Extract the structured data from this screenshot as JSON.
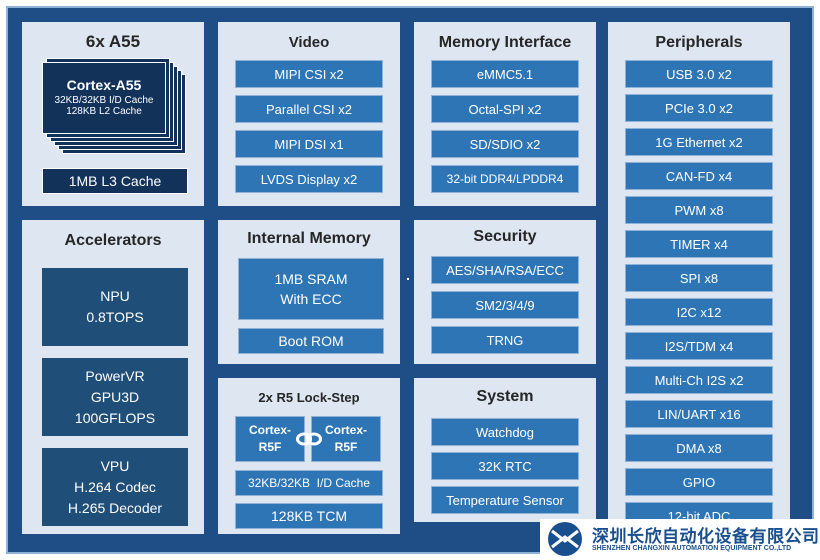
{
  "cpu": {
    "title": "6x A55",
    "core_name": "Cortex-A55",
    "core_cache1": "32KB/32KB I/D Cache",
    "core_cache2": "128KB L2 Cache",
    "l3": "1MB L3 Cache"
  },
  "video": {
    "title": "Video",
    "items": [
      "MIPI CSI x2",
      "Parallel CSI x2",
      "MIPI DSI x1",
      "LVDS Display x2"
    ]
  },
  "memory_interface": {
    "title": "Memory Interface",
    "items": [
      "eMMC5.1",
      "Octal-SPI x2",
      "SD/SDIO x2",
      "32-bit DDR4/LPDDR4"
    ]
  },
  "peripherals": {
    "title": "Peripherals",
    "items": [
      "USB 3.0 x2",
      "PCIe 3.0 x2",
      "1G Ethernet x2",
      "CAN-FD x4",
      "PWM x8",
      "TIMER x4",
      "SPI x8",
      "I2C x12",
      "I2S/TDM x4",
      "Multi-Ch I2S x2",
      "LIN/UART x16",
      "DMA x8",
      "GPIO",
      "12-bit ADC"
    ]
  },
  "accelerators": {
    "title": "Accelerators",
    "npu": [
      "NPU",
      "0.8TOPS"
    ],
    "gpu": [
      "PowerVR",
      "GPU3D",
      "100GFLOPS"
    ],
    "vpu": [
      "VPU",
      "H.264 Codec",
      "H.265 Decoder"
    ]
  },
  "internal_memory": {
    "title": "Internal Memory",
    "sram": [
      "1MB SRAM",
      "With ECC"
    ],
    "rom": "Boot ROM"
  },
  "security": {
    "title": "Security",
    "items": [
      "AES/SHA/RSA/ECC",
      "SM2/3/4/9",
      "TRNG"
    ]
  },
  "r5": {
    "title": "2x R5 Lock-Step",
    "core_left": [
      "Cortex-",
      "R5F"
    ],
    "core_right": [
      "Cortex-",
      "R5F"
    ],
    "cache": "32KB/32KB  I/D Cache",
    "tcm": "128KB TCM"
  },
  "system": {
    "title": "System",
    "items": [
      "Watchdog",
      "32K RTC",
      "Temperature Sensor"
    ]
  },
  "logo": {
    "name_cn": "深圳长欣自动化设备有限公司",
    "name_en": "SHENZHEN CHANGXIN AUTOMATION EQUIPMENT CO.,LTD",
    "color": "#1a4f8f"
  }
}
